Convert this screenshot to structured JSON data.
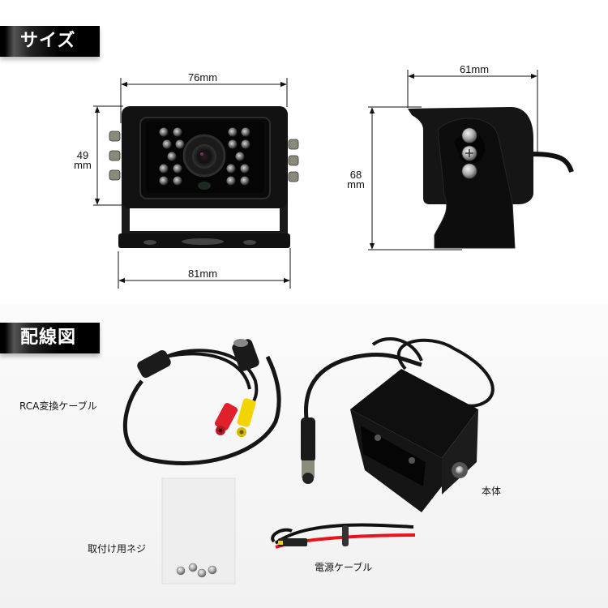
{
  "sections": {
    "size": {
      "title": "サイズ"
    },
    "wiring": {
      "title": "配線図"
    }
  },
  "dimensions": {
    "front_width_top": "76mm",
    "front_height_value": "49",
    "front_height_unit": "mm",
    "front_width_bottom": "81mm",
    "side_width": "61mm",
    "side_height_value": "68",
    "side_height_unit": "mm"
  },
  "components": {
    "rca_cable": "RCA変換ケーブル",
    "main_unit": "本体",
    "mounting_screws": "取付け用ネジ",
    "power_cable": "電源ケーブル"
  },
  "colors": {
    "section_bar": "#000000",
    "rca_red": "#e0202a",
    "rca_yellow": "#f2d400",
    "power_red": "#e8141c",
    "camera_body": "#111111"
  }
}
